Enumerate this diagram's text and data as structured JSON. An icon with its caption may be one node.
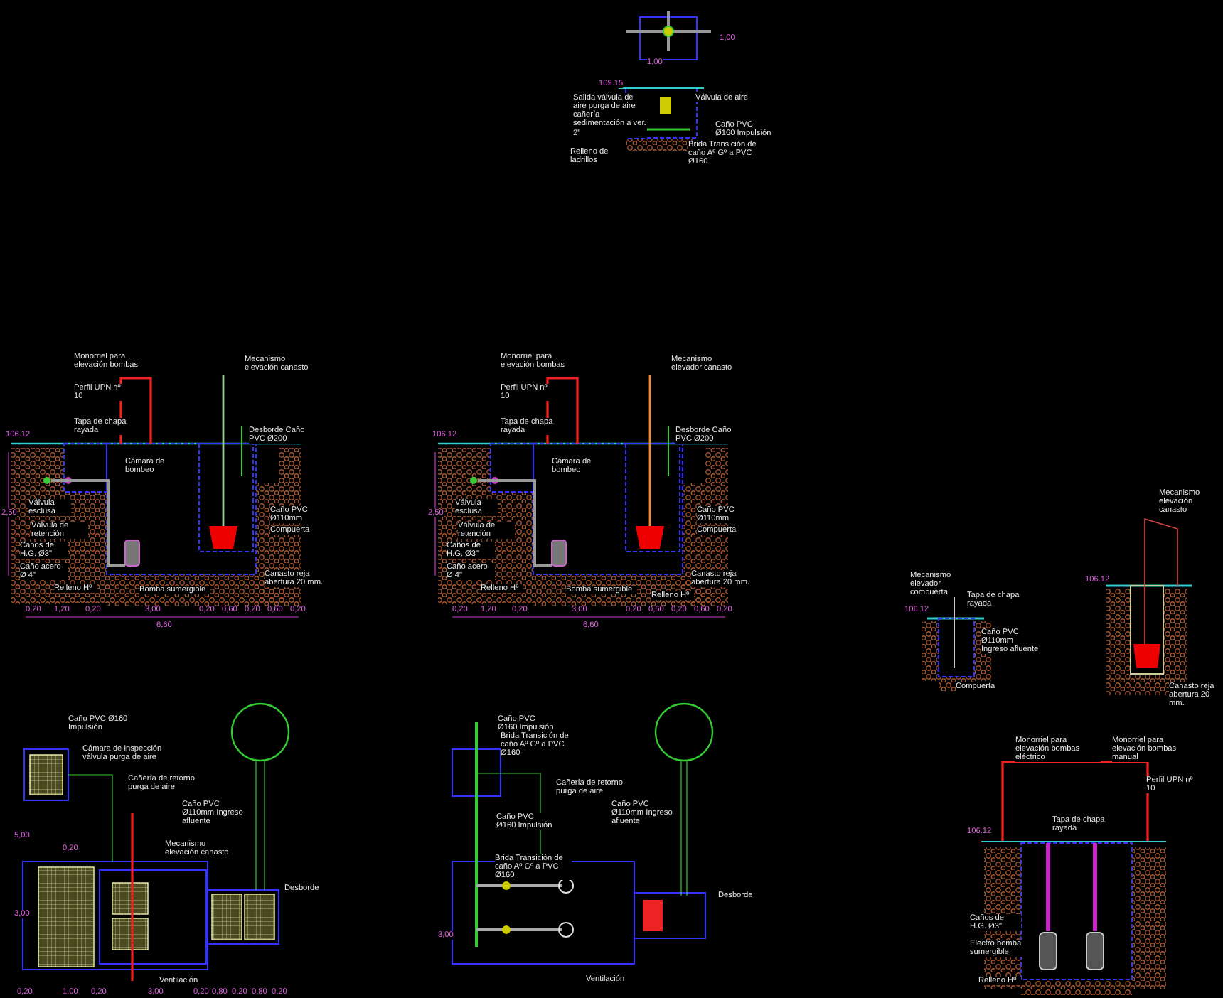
{
  "diagram": {
    "labels": [
      "1,00",
      "1,00",
      "109.15",
      "Salida válvula de aire purga de aire cañería sedimentación a ver. 2\"",
      "Válvula de aire",
      "Caño PVC Ø160 Impulsión",
      "Relleno de ladrillos",
      "Brida Transición de caño Aº Gº a PVC Ø160",
      "Monorriel para elevación bombas",
      "Perfil UPN nº 10",
      "Tapa de chapa rayada",
      "Mecanismo elevación canasto",
      "106.12",
      "Desborde Caño PVC Ø200",
      "Cámara de bombeo",
      "Válvula esclusa",
      "Caño PVC Ø110mm",
      "Válvula de retención",
      "Compuerta",
      "Caños de H.G. Ø3\"",
      "Caño acero Ø 4\"",
      "Canasto reja abertura 20 mm.",
      "Relleno Hº",
      "Bomba sumergible",
      "6,60",
      "0,20",
      "1,20",
      "0,20",
      "3,00",
      "0,20",
      "0,60",
      "0,20",
      "0,60",
      "0,20",
      "2,50",
      "Monorriel para elevación bombas",
      "Perfil UPN nº 10",
      "Tapa de chapa rayada",
      "Mecanismo elevador canasto",
      "106.12",
      "Desborde Caño PVC Ø200",
      "Cámara de bombeo",
      "Válvula esclusa",
      "Caño PVC Ø110mm",
      "Válvula de retención",
      "Compuerta",
      "Caños de H.G. Ø3\"",
      "Caño acero Ø 4\"",
      "Canasto reja abertura 20 mm.",
      "Relleno Hº",
      "Bomba sumergible",
      "6,60",
      "0,20",
      "1,20",
      "0,20",
      "3,00",
      "0,20",
      "0,60",
      "0,20",
      "0,60",
      "0,20",
      "2,50",
      "Relleno Hº",
      "Mecanismo elevador compuerta",
      "Tapa de chapa rayada",
      "106.12",
      "Caño PVC Ø110mm Ingreso afluente",
      "Compuerta",
      "Mecanismo elevación canasto",
      "106.12",
      "Canasto reja abertura 20 mm.",
      "Monorriel para elevación bombas eléctrico",
      "Monorriel para elevación bombas manual",
      "Perfil UPN nº 10",
      "Tapa de chapa rayada",
      "106.12",
      "Caños de H.G. Ø3\"",
      "Electro bomba sumergible",
      "Relleno Hº",
      "Caño PVC Ø160 Impulsión",
      "Cámara de inspección válvula purga de aire",
      "Cañería de retorno purga de aire",
      "Caño PVC Ø110mm Ingreso afluente",
      "0,20",
      "Mecanismo elevación canasto",
      "Desborde",
      "5,00",
      "3,00",
      "Ventilación",
      "0,20",
      "1,00",
      "0,20",
      "3,00",
      "0,20",
      "0,80",
      "0,20",
      "0,80",
      "0,20",
      "Caño PVC Ø160 Impulsión",
      "Brida Transición de caño Aº Gº a PVC Ø160",
      "Cañería de retorno purga de aire",
      "Caño PVC Ø160 Impulsión",
      "Caño PVC Ø110mm Ingreso afluente",
      "Brida Transición de caño Aº Gº a PVC Ø160",
      "3,00",
      "Desborde",
      "Ventilación"
    ]
  }
}
